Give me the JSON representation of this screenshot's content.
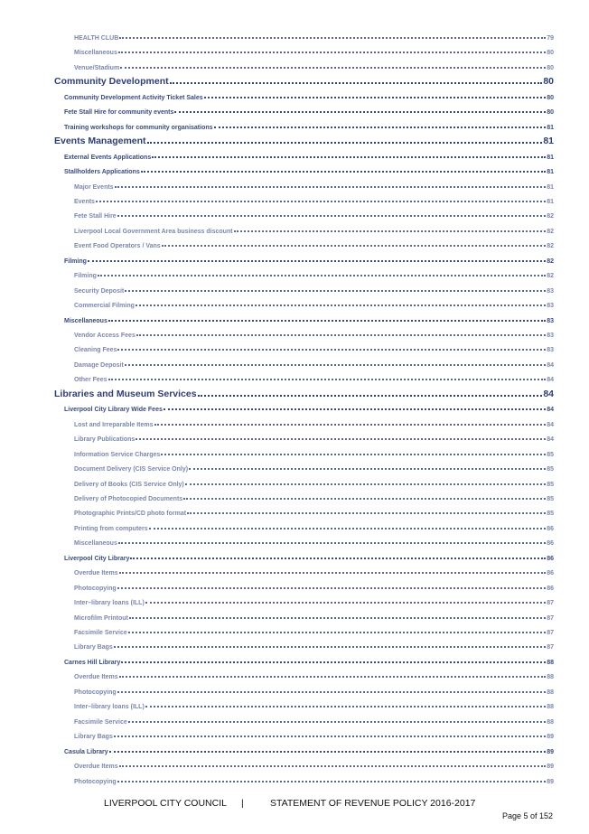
{
  "toc": [
    {
      "level": 3,
      "label": "HEALTH CLUB",
      "page": "79"
    },
    {
      "level": 3,
      "label": "Miscellaneous",
      "page": "80"
    },
    {
      "level": 3,
      "label": "Venue/Stadium",
      "page": "80"
    },
    {
      "level": 1,
      "label": "Community Development",
      "page": "80"
    },
    {
      "level": 2,
      "label": "Community Development Activity Ticket Sales",
      "page": "80"
    },
    {
      "level": 2,
      "label": "Fete Stall Hire for community events",
      "page": "80"
    },
    {
      "level": 2,
      "label": "Training workshops for community organisations",
      "page": "81"
    },
    {
      "level": 1,
      "label": "Events Management",
      "page": "81"
    },
    {
      "level": 2,
      "label": "External Events Applications",
      "page": "81"
    },
    {
      "level": 2,
      "label": "Stallholders Applications",
      "page": "81"
    },
    {
      "level": 3,
      "label": "Major Events",
      "page": "81"
    },
    {
      "level": 3,
      "label": "Events",
      "page": "81"
    },
    {
      "level": 3,
      "label": "Fete Stall Hire",
      "page": "82"
    },
    {
      "level": 3,
      "label": "Liverpool Local Government Area business discount",
      "page": "82"
    },
    {
      "level": 3,
      "label": "Event Food Operators / Vans",
      "page": "82"
    },
    {
      "level": 2,
      "label": "Filming",
      "page": "82"
    },
    {
      "level": 3,
      "label": "Filming",
      "page": "82"
    },
    {
      "level": 3,
      "label": "Security Deposit",
      "page": "83"
    },
    {
      "level": 3,
      "label": "Commercial Filming",
      "page": "83"
    },
    {
      "level": 2,
      "label": "Miscellaneous",
      "page": "83"
    },
    {
      "level": 3,
      "label": "Vendor Access Fees",
      "page": "83"
    },
    {
      "level": 3,
      "label": "Cleaning Fees",
      "page": "83"
    },
    {
      "level": 3,
      "label": "Damage Deposit",
      "page": "84"
    },
    {
      "level": 3,
      "label": "Other Fees",
      "page": "84"
    },
    {
      "level": 1,
      "label": "Libraries and Museum Services",
      "page": "84"
    },
    {
      "level": 2,
      "label": "Liverpool City Library Wide Fees",
      "page": "84"
    },
    {
      "level": 3,
      "label": "Lost and Irreparable Items",
      "page": "84"
    },
    {
      "level": 3,
      "label": "Library Publications",
      "page": "84"
    },
    {
      "level": 3,
      "label": "Information Service Charges",
      "page": "85"
    },
    {
      "level": 3,
      "label": "Document Delivery (CIS Service Only)",
      "page": "85"
    },
    {
      "level": 3,
      "label": "Delivery of Books (CIS Service Only)",
      "page": "85"
    },
    {
      "level": 3,
      "label": "Delivery of Photocopied Documents",
      "page": "85"
    },
    {
      "level": 3,
      "label": "Photographic Prints/CD photo format",
      "page": "85"
    },
    {
      "level": 3,
      "label": "Printing from computers",
      "page": "86"
    },
    {
      "level": 3,
      "label": "Miscellaneous",
      "page": "86"
    },
    {
      "level": 2,
      "label": "Liverpool City Library",
      "page": "86"
    },
    {
      "level": 3,
      "label": "Overdue Items",
      "page": "86"
    },
    {
      "level": 3,
      "label": "Photocopying",
      "page": "86"
    },
    {
      "level": 3,
      "label": "Inter–library loans (ILL)",
      "page": "87"
    },
    {
      "level": 3,
      "label": "Microfilm Printout",
      "page": "87"
    },
    {
      "level": 3,
      "label": "Facsimile Service",
      "page": "87"
    },
    {
      "level": 3,
      "label": "Library Bags",
      "page": "87"
    },
    {
      "level": 2,
      "label": "Carnes Hill Library",
      "page": "88"
    },
    {
      "level": 3,
      "label": "Overdue Items",
      "page": "88"
    },
    {
      "level": 3,
      "label": "Photocopying",
      "page": "88"
    },
    {
      "level": 3,
      "label": "Inter–library loans (ILL)",
      "page": "88"
    },
    {
      "level": 3,
      "label": "Facsimile Service",
      "page": "88"
    },
    {
      "level": 3,
      "label": "Library Bags",
      "page": "89"
    },
    {
      "level": 2,
      "label": "Casula Library",
      "page": "89"
    },
    {
      "level": 3,
      "label": "Overdue Items",
      "page": "89"
    },
    {
      "level": 3,
      "label": "Photocopying",
      "page": "89"
    }
  ],
  "footer": {
    "organisation": "LIVERPOOL CITY COUNCIL",
    "separator": "|",
    "title": "STATEMENT OF REVENUE POLICY 2016-2017",
    "page_label": "Page 5 of 152"
  }
}
